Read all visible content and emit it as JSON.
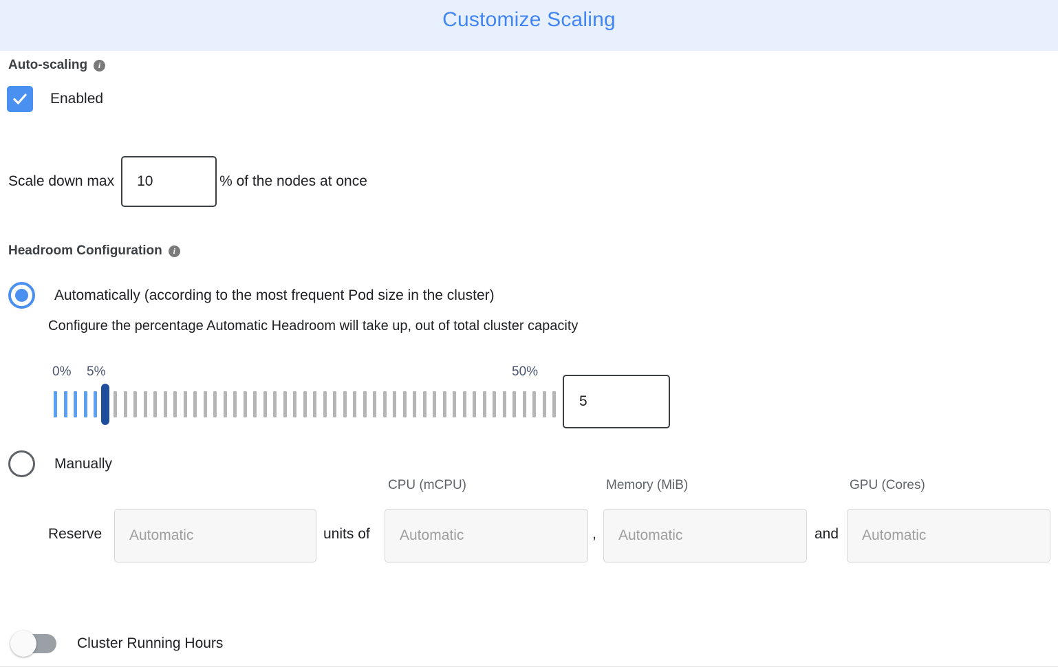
{
  "header": {
    "title": "Customize Scaling",
    "background_color": "#e9f0fd",
    "title_color": "#4285f4"
  },
  "autoscaling": {
    "section_title": "Auto-scaling",
    "info_glyph": "i",
    "enabled_label": "Enabled",
    "enabled_checked": true,
    "scale_down": {
      "label": "Scale down max",
      "value": "10",
      "suffix": "% of the nodes at once"
    }
  },
  "headroom": {
    "section_title": "Headroom Configuration",
    "info_glyph": "i",
    "mode_auto": {
      "label": "Automatically (according to the most frequent Pod size in the cluster)",
      "selected": true,
      "helper": "Configure the percentage Automatic Headroom will take up, out of total cluster capacity"
    },
    "slider": {
      "min_label": "0%",
      "current_label": "5%",
      "max_label": "50%",
      "min": 0,
      "max": 50,
      "value": 5,
      "tick_count": 51,
      "input_value": "5",
      "filled_color": "#5ba0f2",
      "empty_color": "#b5b5b5",
      "thumb_color": "#1f4e9c"
    },
    "mode_manual": {
      "label": "Manually",
      "selected": false,
      "reserve_label": "Reserve",
      "units_input_placeholder": "Automatic",
      "connector_units_of": "units of",
      "connector_comma": ",",
      "connector_and": "and",
      "columns": [
        {
          "header": "CPU (mCPU)",
          "placeholder": "Automatic"
        },
        {
          "header": "Memory (MiB)",
          "placeholder": "Automatic"
        },
        {
          "header": "GPU (Cores)",
          "placeholder": "Automatic"
        }
      ]
    }
  },
  "cluster_running_hours": {
    "label": "Cluster Running Hours",
    "enabled": false
  }
}
